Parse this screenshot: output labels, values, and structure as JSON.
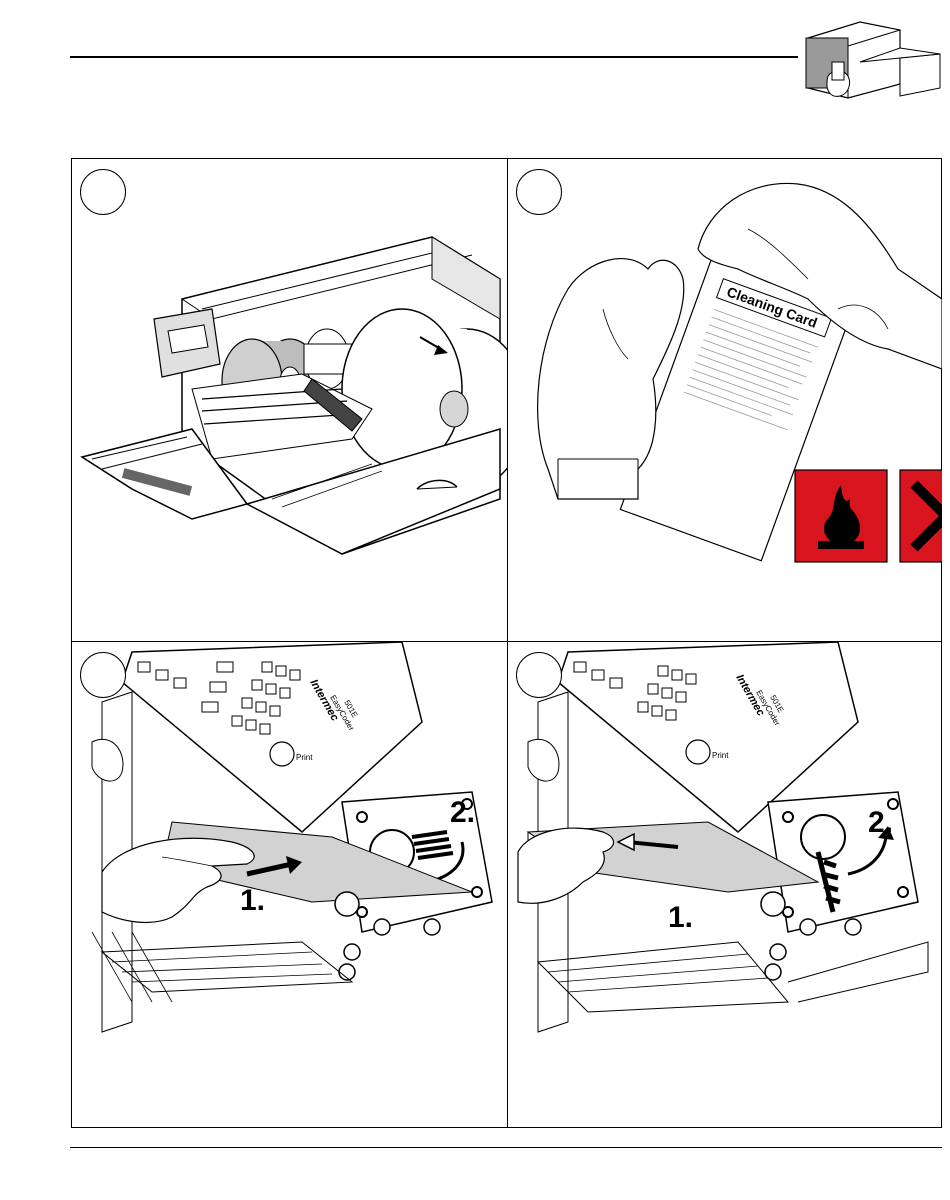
{
  "cleaning_card": {
    "title": "Cleaning Card"
  },
  "printer": {
    "brand": "Intermec",
    "model_line1": "EasyCoder",
    "model_line2": "501E",
    "print_key": "Print"
  },
  "annotations": {
    "step1": "1.",
    "step2": "2."
  },
  "warning_symbols": [
    "flame-icon",
    "cross-icon"
  ],
  "colors": {
    "hazard_red": "#d8141f",
    "panel_gray": "#c8c8c8"
  }
}
